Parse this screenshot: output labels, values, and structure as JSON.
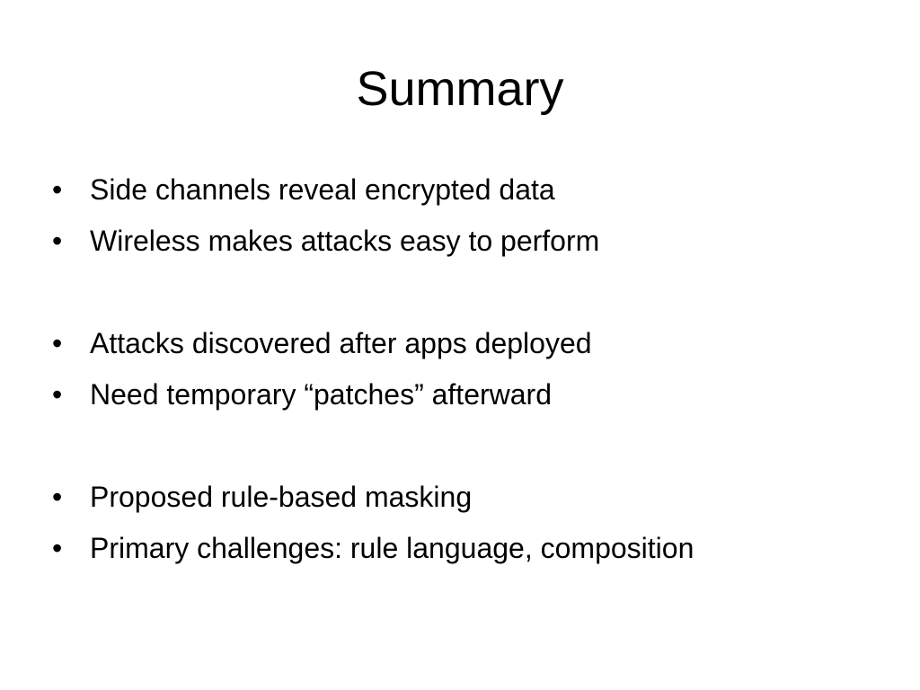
{
  "slide": {
    "title": "Summary",
    "bullet_symbol": "•",
    "bullets": [
      "Side channels reveal encrypted data",
      "Wireless makes attacks easy to perform",
      "Attacks discovered after apps deployed",
      "Need temporary “patches” afterward",
      "Proposed rule-based masking",
      "Primary challenges: rule language, composition"
    ]
  }
}
